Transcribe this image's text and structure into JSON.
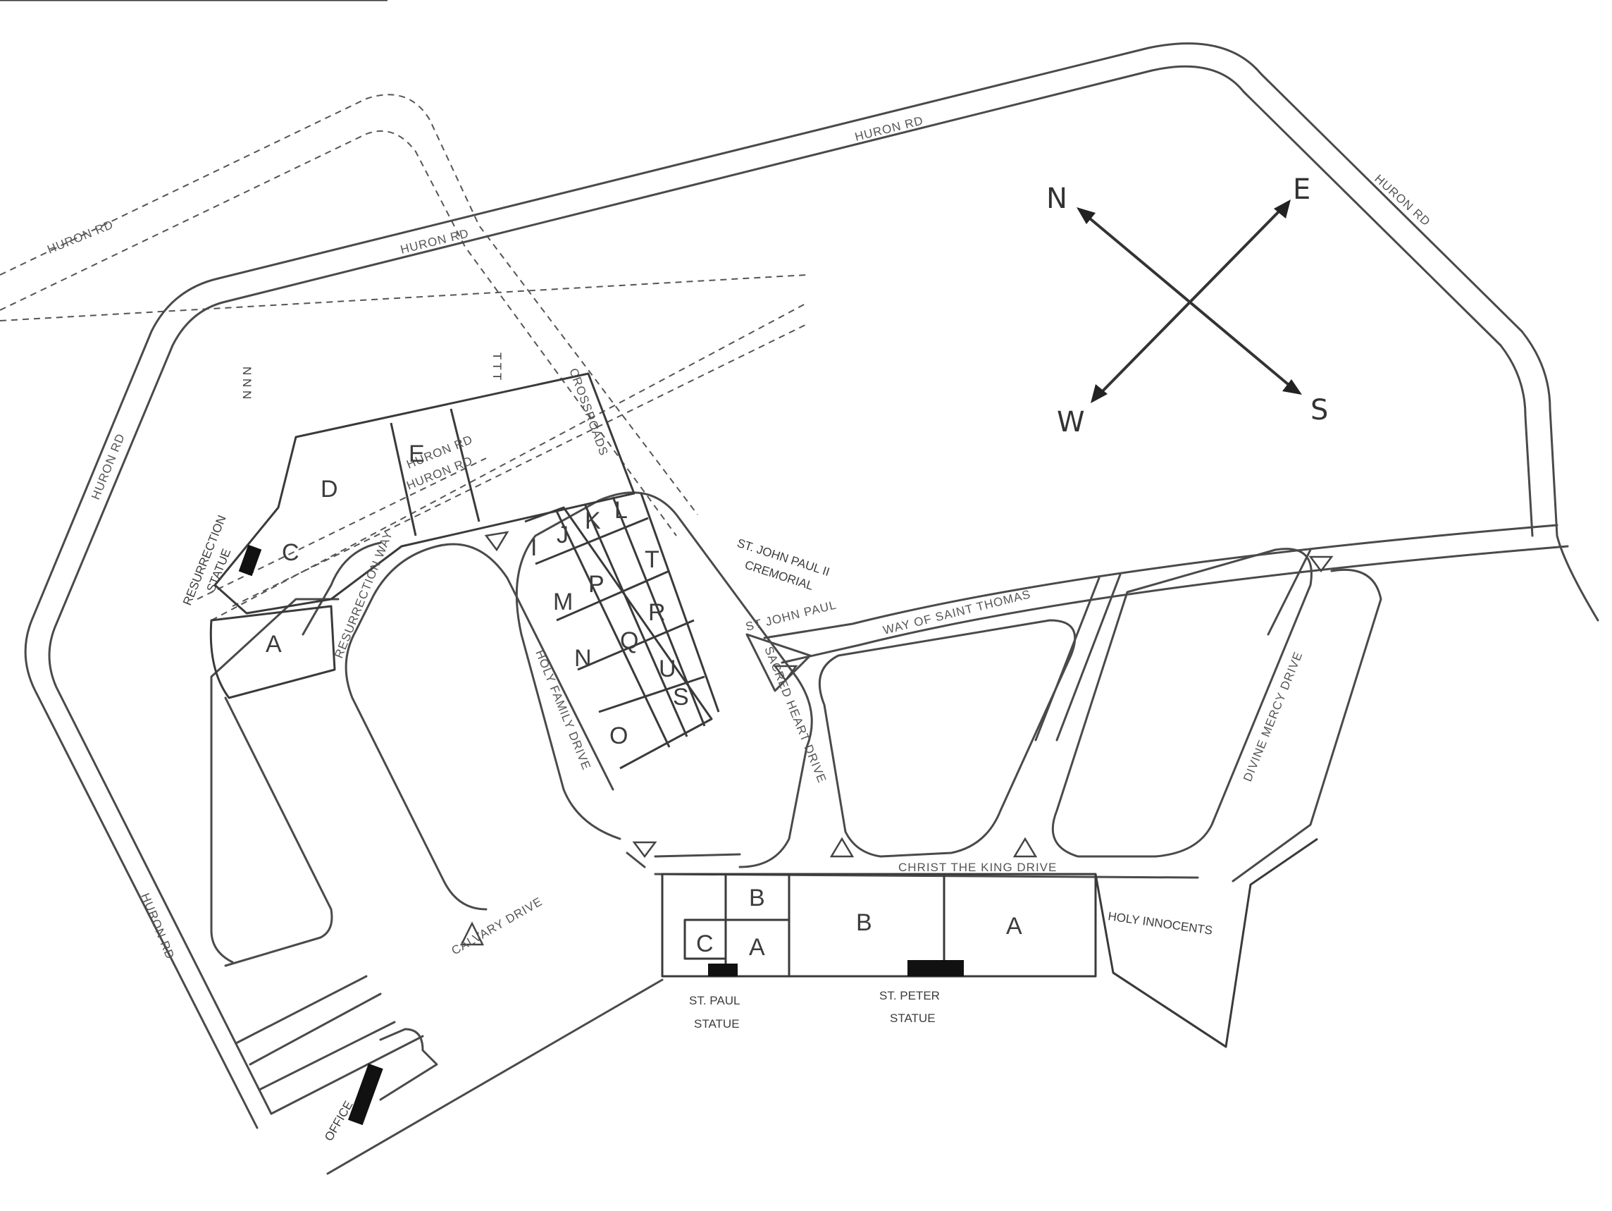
{
  "compass": {
    "north": "N",
    "east": "E",
    "south": "S",
    "west": "W"
  },
  "roads": {
    "huron_top": "HURON RD",
    "huron_mid": "HURON RD",
    "huron_right": "HURON RD",
    "huron_left_vertical": "HURON RD",
    "huron_bottom_left": "HURON RD",
    "huron_old_1": "HURON RD",
    "huron_old_2": "HURON RD",
    "huron_old_3": "HURON RD",
    "way_of_saint_thomas": "WAY OF SAINT THOMAS",
    "christ_the_king_drive": "CHRIST THE KING DRIVE",
    "resurrection_way": "RESURRECTION WAY",
    "calvary_drive": "CALVARY DRIVE",
    "holy_family_drive": "HOLY FAMILY DRIVE",
    "sacred_heart_drive": "SACRED HEART DRIVE",
    "divine_mercy_drive": "DIVINE MERCY DRIVE",
    "crossroads": "CROSSROADS",
    "st_john_paul_way": "ST JOHN PAUL"
  },
  "places": {
    "cremorial": [
      "ST. JOHN PAUL II",
      "CREMORIAL"
    ],
    "resurrection_statue": [
      "RESURRECTION",
      "STATUE"
    ],
    "st_paul_statue": [
      "ST. PAUL",
      "STATUE"
    ],
    "st_peter_statue": [
      "ST. PETER",
      "STATUE"
    ],
    "holy_innocents": "HOLY INNOCENTS",
    "office": "OFFICE"
  },
  "sections": {
    "left_a": "A",
    "left_c": "C",
    "left_d": "D",
    "left_e": "E",
    "grid": [
      "I",
      "J",
      "K",
      "L",
      "M",
      "N",
      "O",
      "P",
      "Q",
      "R",
      "S",
      "T",
      "U"
    ],
    "bottom_b_small": "B",
    "bottom_c_small": "C",
    "bottom_a_small": "A",
    "bottom_b_large": "B",
    "bottom_a_large": "A"
  },
  "dashed_marks": {
    "left": "N N N",
    "right": "T T T"
  }
}
